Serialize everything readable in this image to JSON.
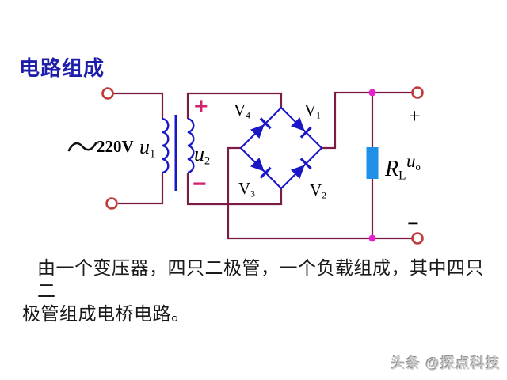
{
  "title": "电路组成",
  "colors": {
    "wire": "#7b1c45",
    "blue": "#1a17c8",
    "load": "#1f8fe8",
    "dot": "#e520cc",
    "ring": "#c03a3a",
    "pink": "#d1216f",
    "navy": "#1e1eaa",
    "ink": "#1a1a1a",
    "gray": "#cccccc"
  },
  "circuit": {
    "ac_voltage": "220V",
    "u1": {
      "base": "u",
      "sub": "1"
    },
    "u2": {
      "base": "u",
      "sub": "2"
    },
    "secondary_plus": "+",
    "secondary_minus": "−",
    "v1": {
      "base": "V",
      "sub": "1"
    },
    "v2": {
      "base": "V",
      "sub": "2"
    },
    "v3": {
      "base": "V",
      "sub": "3"
    },
    "v4": {
      "base": "V",
      "sub": "4"
    },
    "load": {
      "base": "R",
      "sub": "L"
    },
    "output": {
      "base": "u",
      "sub": "o"
    },
    "output_plus": "+",
    "output_minus": "−"
  },
  "description": {
    "line1": "由一个变压器，四只二极管，一个负载组成，其中四只二",
    "line2": "极管组成电桥电路。"
  },
  "watermark": "头条 @探点科技"
}
